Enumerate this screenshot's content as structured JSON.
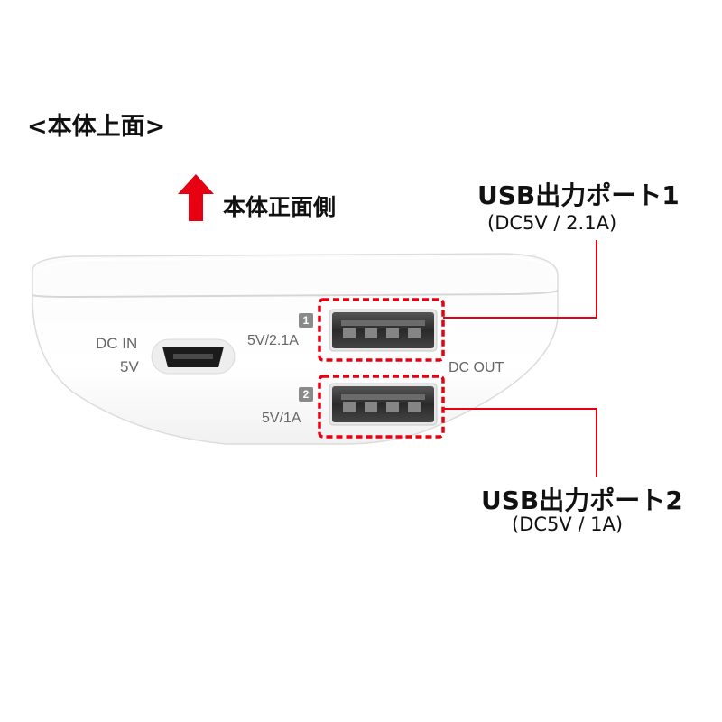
{
  "section_title": "<本体上面>",
  "front_indicator": {
    "label": "本体正面側",
    "arrow_color": "#e60012"
  },
  "device": {
    "dc_in": {
      "label": "DC IN",
      "voltage": "5V",
      "icon": "micro-usb-port-icon"
    },
    "dc_out_label": "DC OUT",
    "ports": [
      {
        "number": "1",
        "rating": "5V/2.1A",
        "icon": "usb-a-port-icon"
      },
      {
        "number": "2",
        "rating": "5V/1A",
        "icon": "usb-a-port-icon"
      }
    ],
    "body_color": "#ffffff"
  },
  "callouts": [
    {
      "title": "USB出力ポート1",
      "spec": "(DC5V / 2.1A)"
    },
    {
      "title": "USB出力ポート2",
      "spec": "(DC5V / 1A)"
    }
  ],
  "highlight_color": "#e60012"
}
